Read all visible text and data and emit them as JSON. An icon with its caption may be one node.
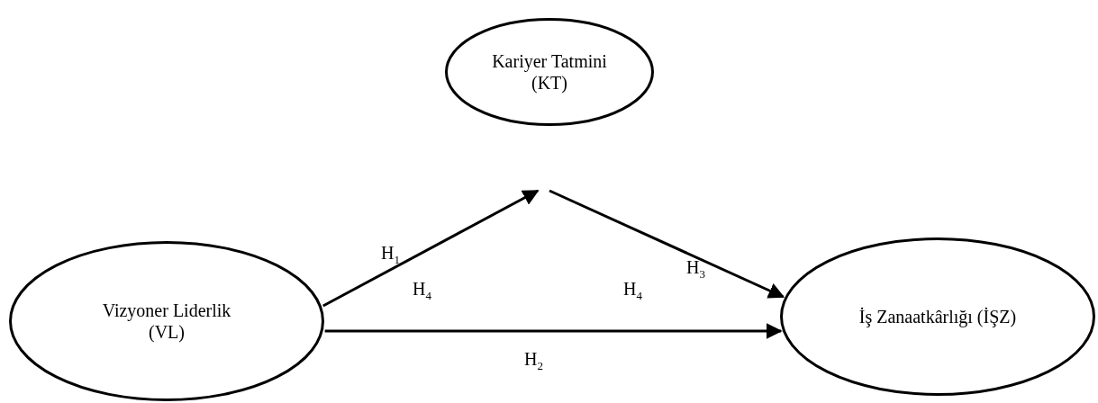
{
  "diagram": {
    "nodes": [
      {
        "text": [
          "Kariyer Tatmini (KT)"
        ]
      },
      {
        "text": [
          "Vizyoner Liderlik (VL)"
        ]
      },
      {
        "text": [
          "İş Zanaatkârlığı (İŞZ)"
        ]
      }
    ],
    "edges": [
      {
        "from": 1,
        "to": null,
        "arrow": "to",
        "label": "H$_{1}$"
      },
      {
        "from": null,
        "to": 2,
        "arrow": "to",
        "label": "H$_{3}$"
      },
      {
        "from": 1,
        "to": 2,
        "arrow": "to",
        "label": "H$_{2}$"
      }
    ],
    "labels": [
      "H$_{4}$",
      "H$_{4}$"
    ]
  }
}
